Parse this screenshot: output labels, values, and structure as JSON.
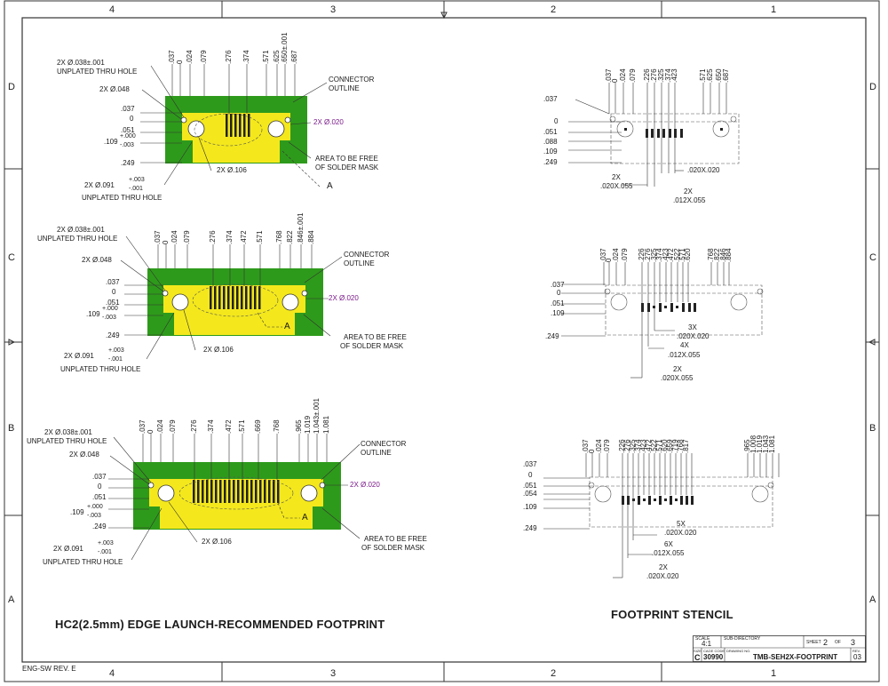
{
  "border": {
    "cols_top": [
      "4",
      "3",
      "2",
      "1"
    ],
    "cols_bottom": [
      "4",
      "3",
      "2",
      "1"
    ],
    "rows_left": [
      "D",
      "C",
      "B",
      "A"
    ],
    "rows_right": [
      "D",
      "C",
      "B",
      "A"
    ]
  },
  "footprints": [
    {
      "top_dims": [
        ".037",
        "0",
        ".024",
        ".079",
        ".276",
        ".374",
        ".571",
        ".625",
        ".650±.001",
        ".687"
      ],
      "left_dims": [
        ".037",
        "0",
        ".051"
      ],
      "left_stack": [
        ".109",
        "+.000",
        "-.003"
      ],
      "bottom_dim": ".249",
      "hole_label_1": "2X Ø.038±.001",
      "hole_label_2": "UNPLATED THRU HOLE",
      "pad_label": "2X Ø.048",
      "hole106": "2X Ø.106",
      "hole091": "2X Ø.091",
      "hole091_tol_up": "+.003",
      "hole091_tol_dn": "-.001",
      "hole091_note": "UNPLATED THRU HOLE",
      "conn_1": "CONNECTOR",
      "conn_2": "OUTLINE",
      "via": "2X Ø.020",
      "area_1": "AREA TO BE FREE",
      "area_2": "OF SOLDER MASK",
      "detail": "A"
    },
    {
      "top_dims": [
        ".037",
        "0",
        ".024",
        ".079",
        ".276",
        ".374",
        ".472",
        ".571",
        ".768",
        ".822",
        ".846±.001",
        ".884"
      ],
      "left_dims": [
        ".037",
        "0",
        ".051"
      ],
      "left_stack": [
        ".109",
        "+.000",
        "-.003"
      ],
      "bottom_dim": ".249",
      "hole_label_1": "2X Ø.038±.001",
      "hole_label_2": "UNPLATED THRU HOLE",
      "pad_label": "2X Ø.048",
      "hole106": "2X Ø.106",
      "hole091": "2X Ø.091",
      "hole091_tol_up": "+.003",
      "hole091_tol_dn": "-.001",
      "hole091_note": "UNPLATED THRU HOLE",
      "conn_1": "CONNECTOR",
      "conn_2": "OUTLINE",
      "via": "2X Ø.020",
      "area_1": "AREA TO BE FREE",
      "area_2": "OF SOLDER MASK",
      "detail": "A"
    },
    {
      "top_dims": [
        ".037",
        "0",
        ".024",
        ".079",
        ".276",
        ".374",
        ".472",
        ".571",
        ".669",
        ".768",
        ".965",
        "1.019",
        "1.043±.001",
        "1.081"
      ],
      "left_dims": [
        ".037",
        "0",
        ".051"
      ],
      "left_stack": [
        ".109",
        "+.000",
        "-.003"
      ],
      "bottom_dim": ".249",
      "hole_label_1": "2X Ø.038±.001",
      "hole_label_2": "UNPLATED THRU HOLE",
      "pad_label": "2X Ø.048",
      "hole106": "2X Ø.106",
      "hole091": "2X Ø.091",
      "hole091_tol_up": "+.003",
      "hole091_tol_dn": "-.001",
      "hole091_note": "UNPLATED THRU HOLE",
      "conn_1": "CONNECTOR",
      "conn_2": "OUTLINE",
      "via": "2X Ø.020",
      "area_1": "AREA TO BE FREE",
      "area_2": "OF SOLDER MASK",
      "detail": "A"
    }
  ],
  "stencils": [
    {
      "top_dims": [
        ".037",
        "0",
        ".024",
        ".079",
        ".226",
        ".276",
        ".325",
        ".374",
        ".423",
        ".571",
        ".625",
        ".650",
        ".687"
      ],
      "left_dims": [
        ".037",
        "0",
        ".051",
        ".088",
        ".109",
        ".249"
      ],
      "notes": [
        {
          "a": "2X",
          "b": ".020X.055"
        },
        {
          "a": "",
          "b": ".020X.020"
        },
        {
          "a": "2X",
          "b": ".012X.055"
        }
      ]
    },
    {
      "top_dims": [
        ".037",
        "0",
        ".024",
        ".079",
        ".226",
        ".276",
        ".325",
        ".374",
        ".423",
        ".472",
        ".522",
        ".571",
        ".620",
        ".768",
        ".822",
        ".846",
        ".884"
      ],
      "left_dims": [
        ".037",
        "0",
        ".051",
        ".109",
        ".249"
      ],
      "notes": [
        {
          "a": "3X",
          "b": ".020X.020"
        },
        {
          "a": "4X",
          "b": ".012X.055"
        },
        {
          "a": "2X",
          "b": ".020X.055"
        }
      ]
    },
    {
      "top_dims": [
        ".037",
        "0",
        ".024",
        ".079",
        ".226",
        ".276",
        ".325",
        ".374",
        ".423",
        ".472",
        ".522",
        ".571",
        ".620",
        ".659",
        ".719",
        ".768",
        ".817",
        ".965",
        "1.008",
        "1.019",
        "1.043",
        "1.081"
      ],
      "left_dims": [
        ".037",
        "0",
        ".051",
        ".054",
        ".109",
        ".249"
      ],
      "notes": [
        {
          "a": "5X",
          "b": ".020X.020"
        },
        {
          "a": "6X",
          "b": ".012X.055"
        },
        {
          "a": "2X",
          "b": ".020X.020"
        }
      ]
    }
  ],
  "titles": {
    "left": "HC2(2.5mm) EDGE LAUNCH-RECOMMENDED FOOTPRINT",
    "right": "FOOTPRINT STENCIL"
  },
  "title_block": {
    "scale_label": "SCALE",
    "scale": "4:1",
    "subdir_label": "SUB-DIRECTORY",
    "sheet_label": "SHEET",
    "sheet": "2",
    "of_label": "OF",
    "of": "3",
    "size_label": "SIZE",
    "size": "C",
    "cage_label": "CAGE CODE",
    "cage": "30990",
    "dwg_label": "DRAWING NO.",
    "dwg": "TMB-SEH2X-FOOTPRINT",
    "rev_label": "REV.",
    "rev": "03"
  },
  "footer": "ENG-SW REV. E",
  "colors": {
    "green": "#2e9a1b",
    "yellow": "#f4e81c",
    "purple": "#7a1a8a"
  }
}
